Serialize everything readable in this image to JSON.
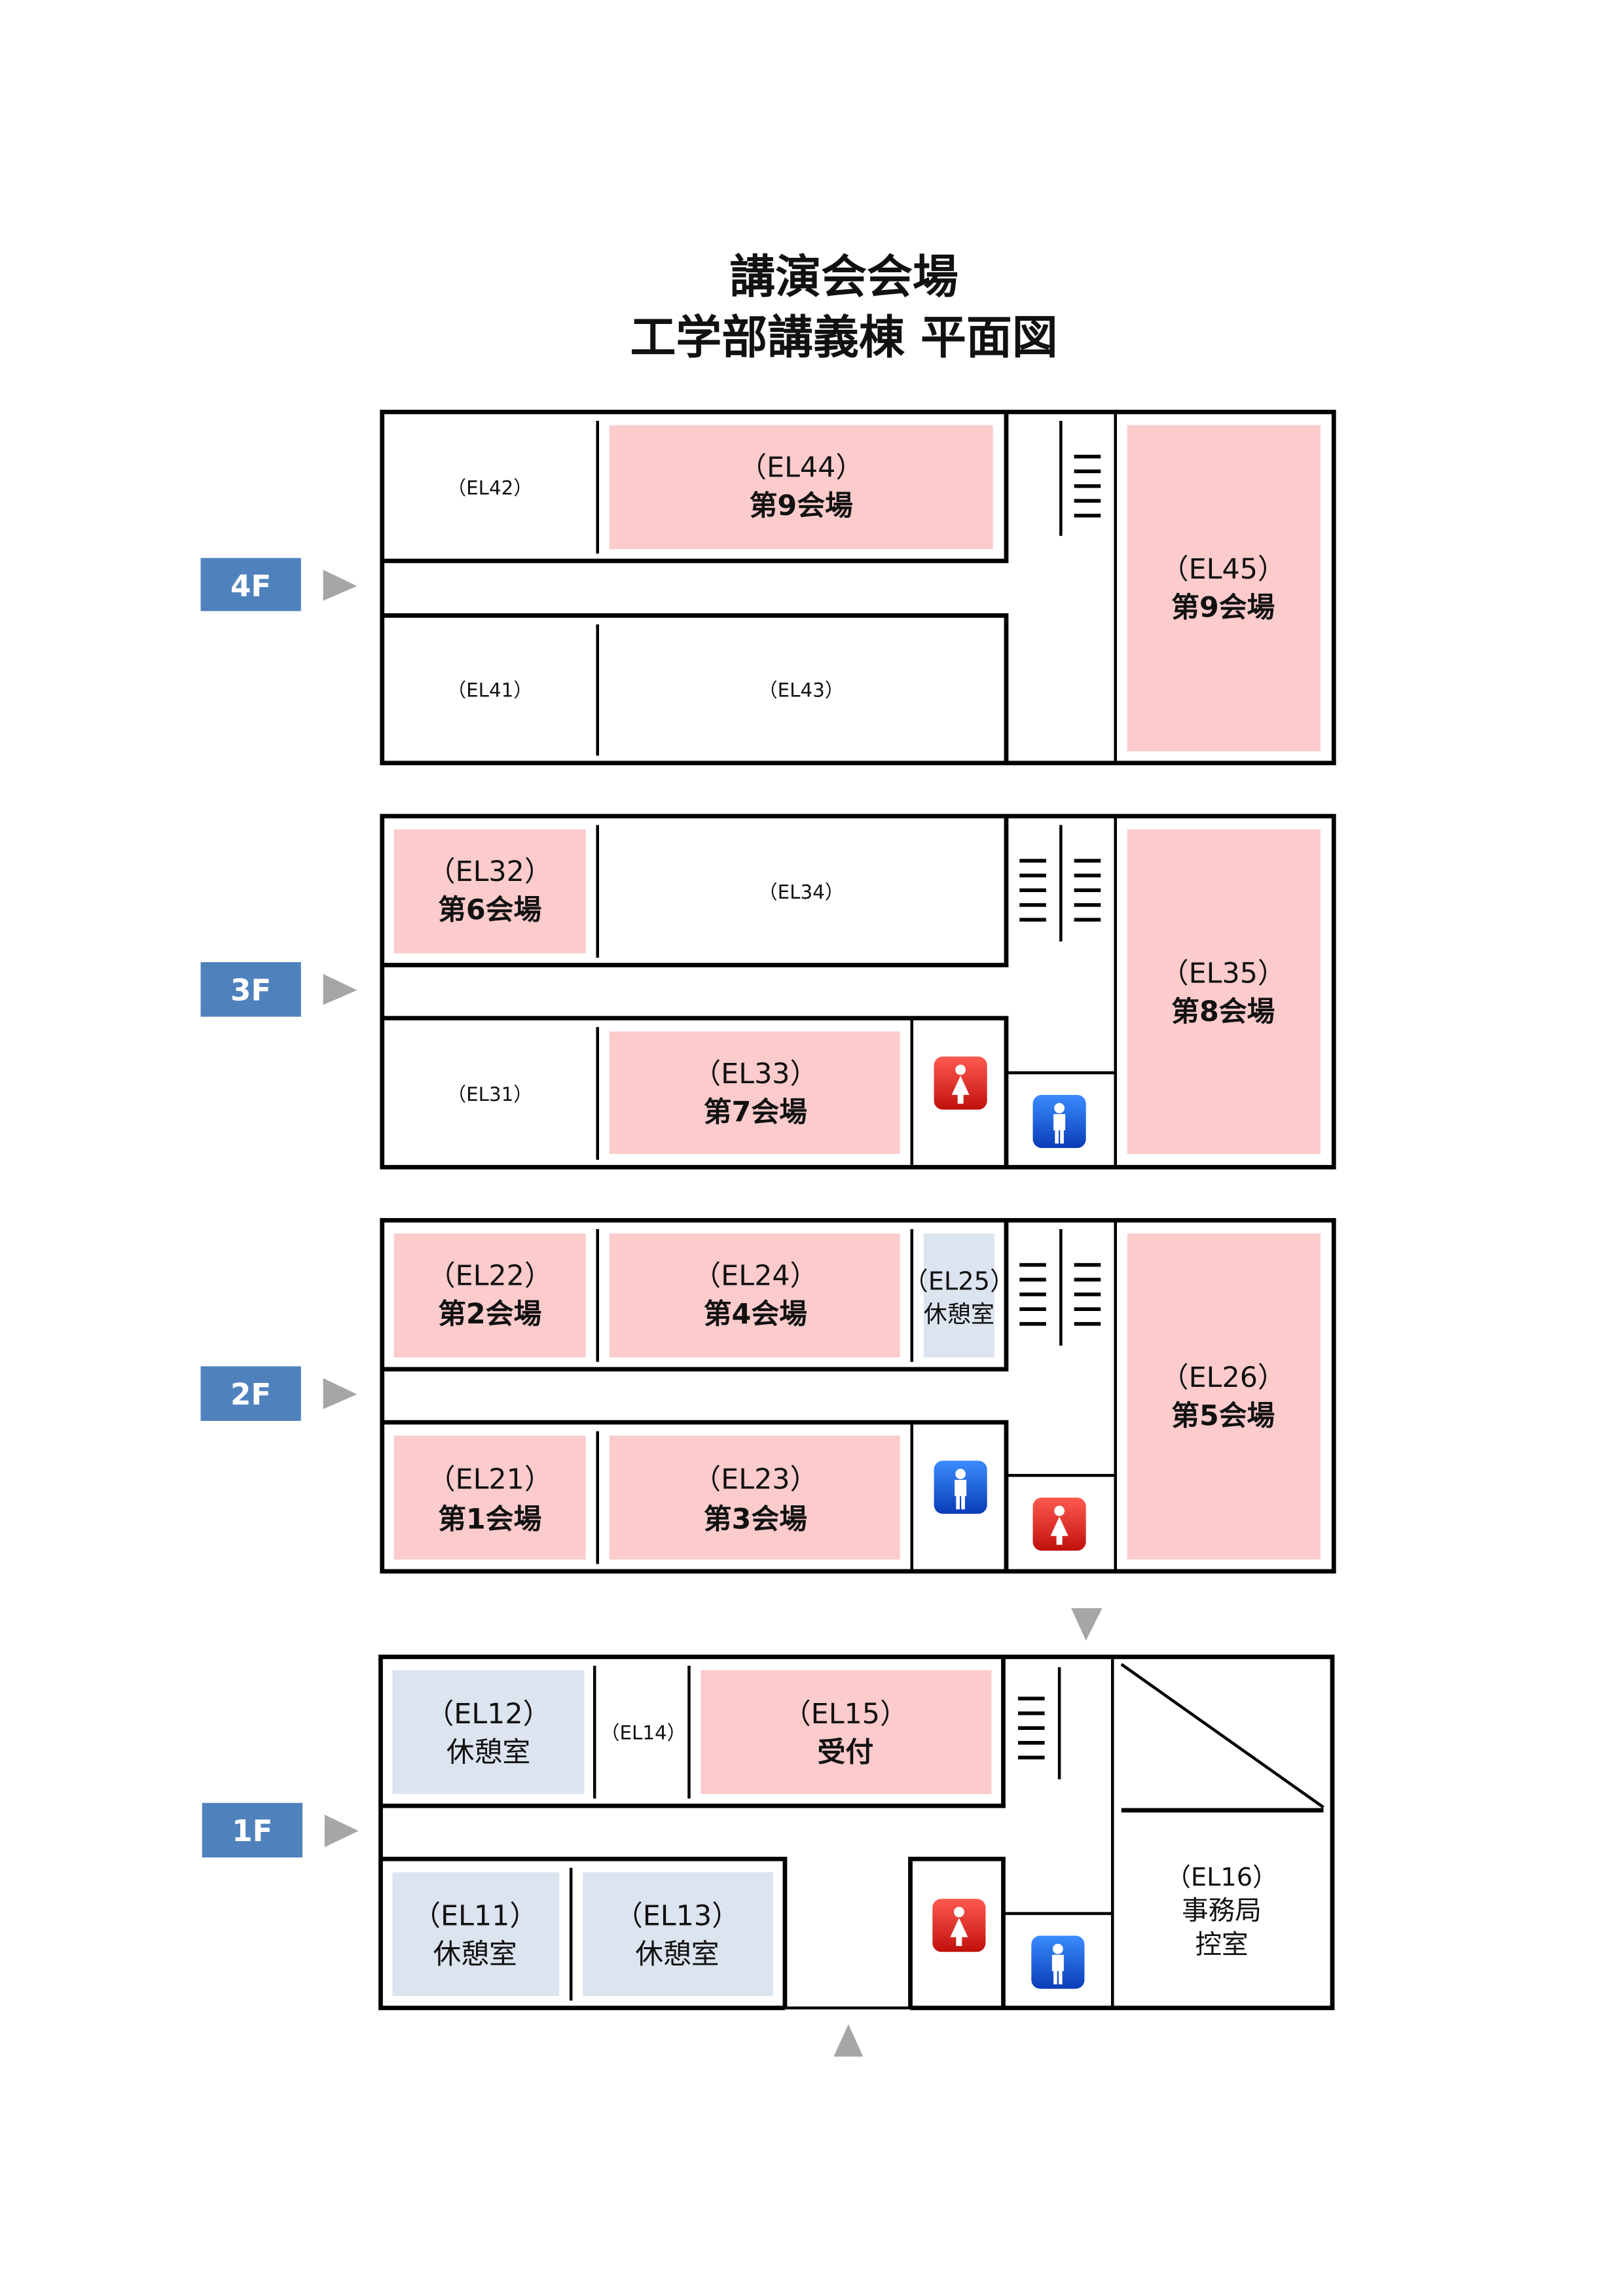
{
  "title": {
    "line1": "講演会会場",
    "line2": "工学部講義棟 平面図"
  },
  "colors": {
    "venue": "#fccbcb",
    "lounge": "#dce4ef",
    "floor_label": "#4f81bd",
    "arrow": "#a6a6a6",
    "female_restroom": "#e0201c",
    "male_restroom": "#1456d6"
  },
  "floors": {
    "f4": {
      "label": "4F",
      "rooms": {
        "el42": {
          "code": "（EL42）"
        },
        "el44": {
          "code": "（EL44）",
          "name": "第9会場"
        },
        "el41": {
          "code": "（EL41）"
        },
        "el43": {
          "code": "（EL43）"
        },
        "el45": {
          "code": "（EL45）",
          "name": "第9会場"
        }
      }
    },
    "f3": {
      "label": "3F",
      "rooms": {
        "el32": {
          "code": "（EL32）",
          "name": "第6会場"
        },
        "el34": {
          "code": "（EL34）"
        },
        "el31": {
          "code": "（EL31）"
        },
        "el33": {
          "code": "（EL33）",
          "name": "第7会場"
        },
        "el35": {
          "code": "（EL35）",
          "name": "第8会場"
        }
      }
    },
    "f2": {
      "label": "2F",
      "rooms": {
        "el22": {
          "code": "（EL22）",
          "name": "第2会場"
        },
        "el24": {
          "code": "（EL24）",
          "name": "第4会場"
        },
        "el25": {
          "code": "（EL25）",
          "name": "休憩室"
        },
        "el21": {
          "code": "（EL21）",
          "name": "第1会場"
        },
        "el23": {
          "code": "（EL23）",
          "name": "第3会場"
        },
        "el26": {
          "code": "（EL26）",
          "name": "第5会場"
        }
      }
    },
    "f1": {
      "label": "1F",
      "rooms": {
        "el12": {
          "code": "（EL12）",
          "name": "休憩室"
        },
        "el14": {
          "code": "（EL14）"
        },
        "el15": {
          "code": "（EL15）",
          "name": "受付"
        },
        "el11": {
          "code": "（EL11）",
          "name": "休憩室"
        },
        "el13": {
          "code": "（EL13）",
          "name": "休憩室"
        },
        "el16": {
          "code": "（EL16）",
          "name1": "事務局",
          "name2": "控室"
        }
      }
    }
  }
}
